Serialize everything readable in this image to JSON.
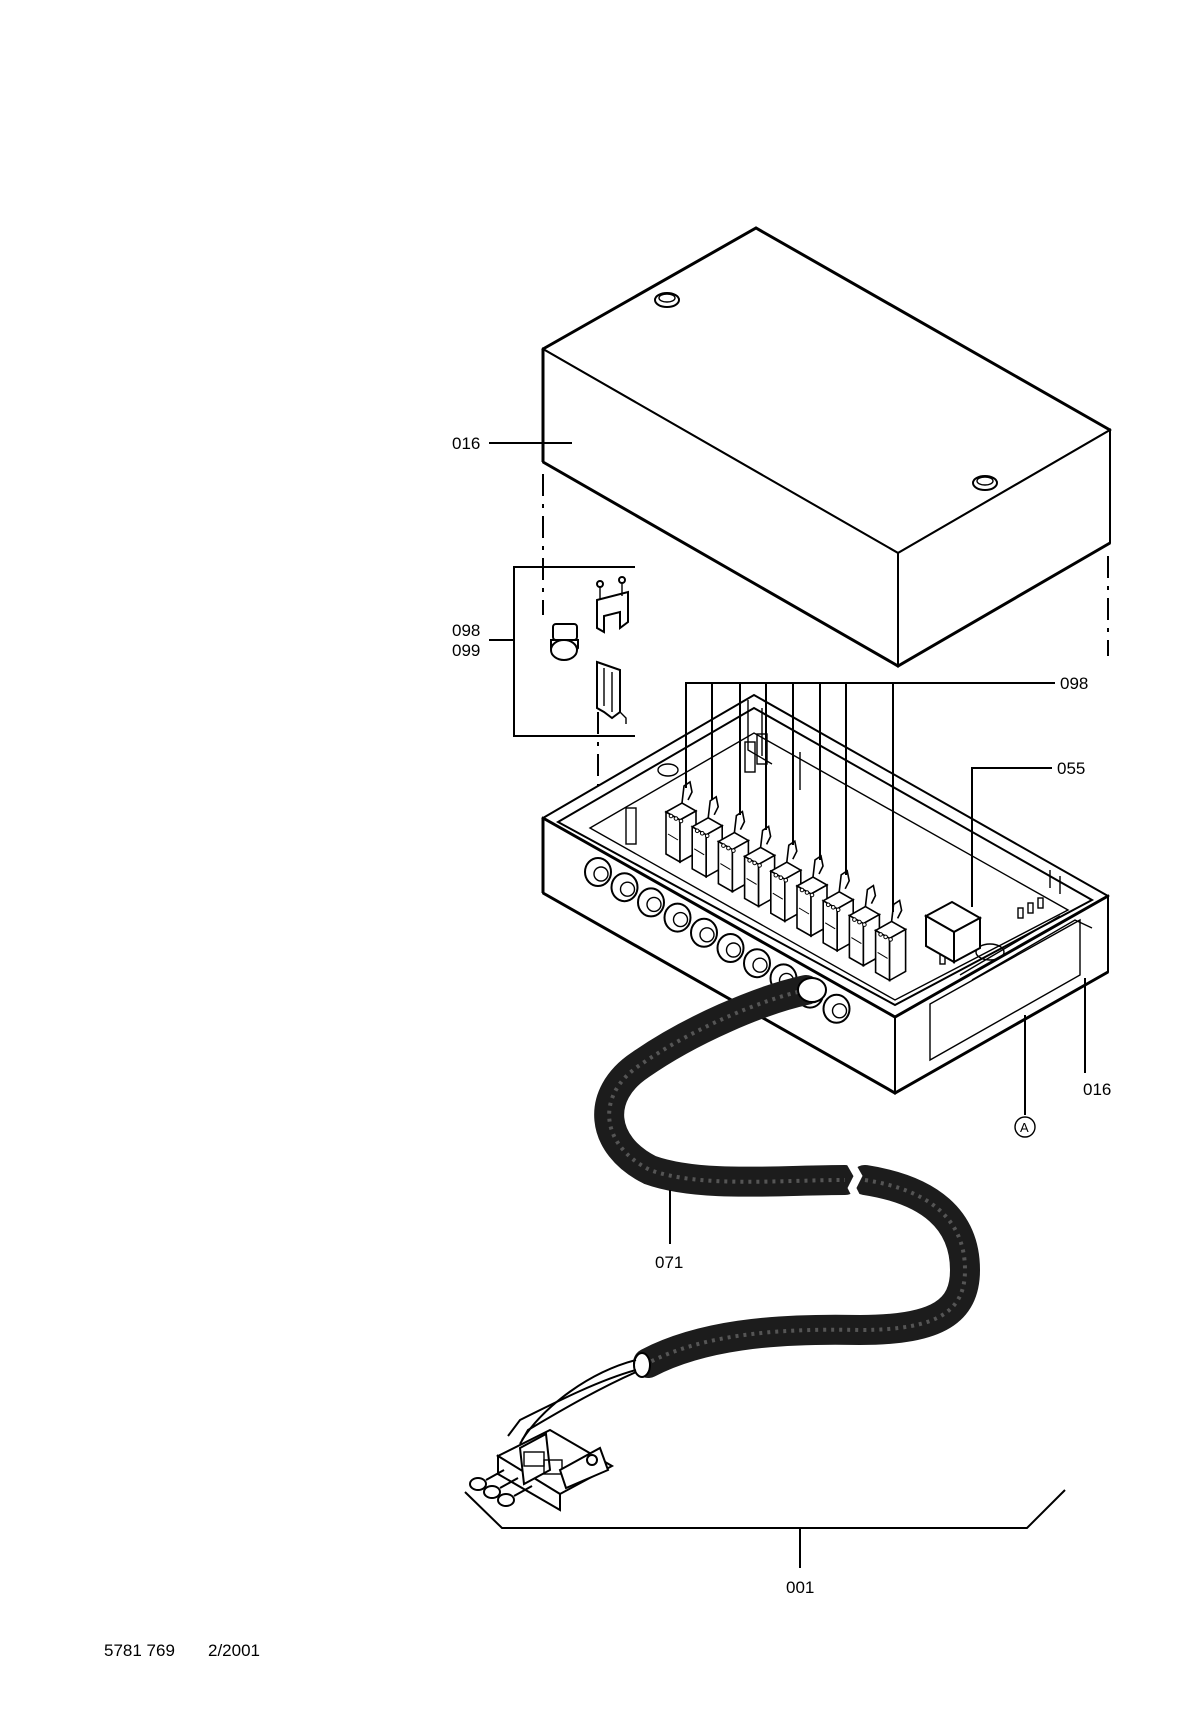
{
  "document": {
    "doc_number": "5781 769",
    "date": "2/2001"
  },
  "callouts": {
    "lid": "016",
    "clip_a": "098",
    "clip_b": "099",
    "terminals": "098",
    "relay": "055",
    "base": "016",
    "marker": "A",
    "cable": "071",
    "assembly": "001"
  },
  "colors": {
    "line": "#000000",
    "hose": "#1c1c1c",
    "background": "#ffffff"
  }
}
